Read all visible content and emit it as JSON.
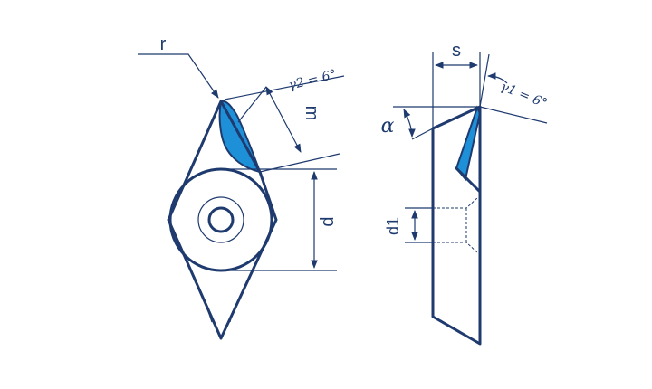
{
  "labels": {
    "r": "r",
    "m": "m",
    "d": "d",
    "gamma2": "γ2 = 6°",
    "s": "s",
    "alpha": "α",
    "gamma1": "γ1 = 6°",
    "d1": "d1"
  },
  "colors": {
    "line": "#1e3a6e",
    "rake_face": "#1e90d8",
    "background": "#ffffff"
  }
}
